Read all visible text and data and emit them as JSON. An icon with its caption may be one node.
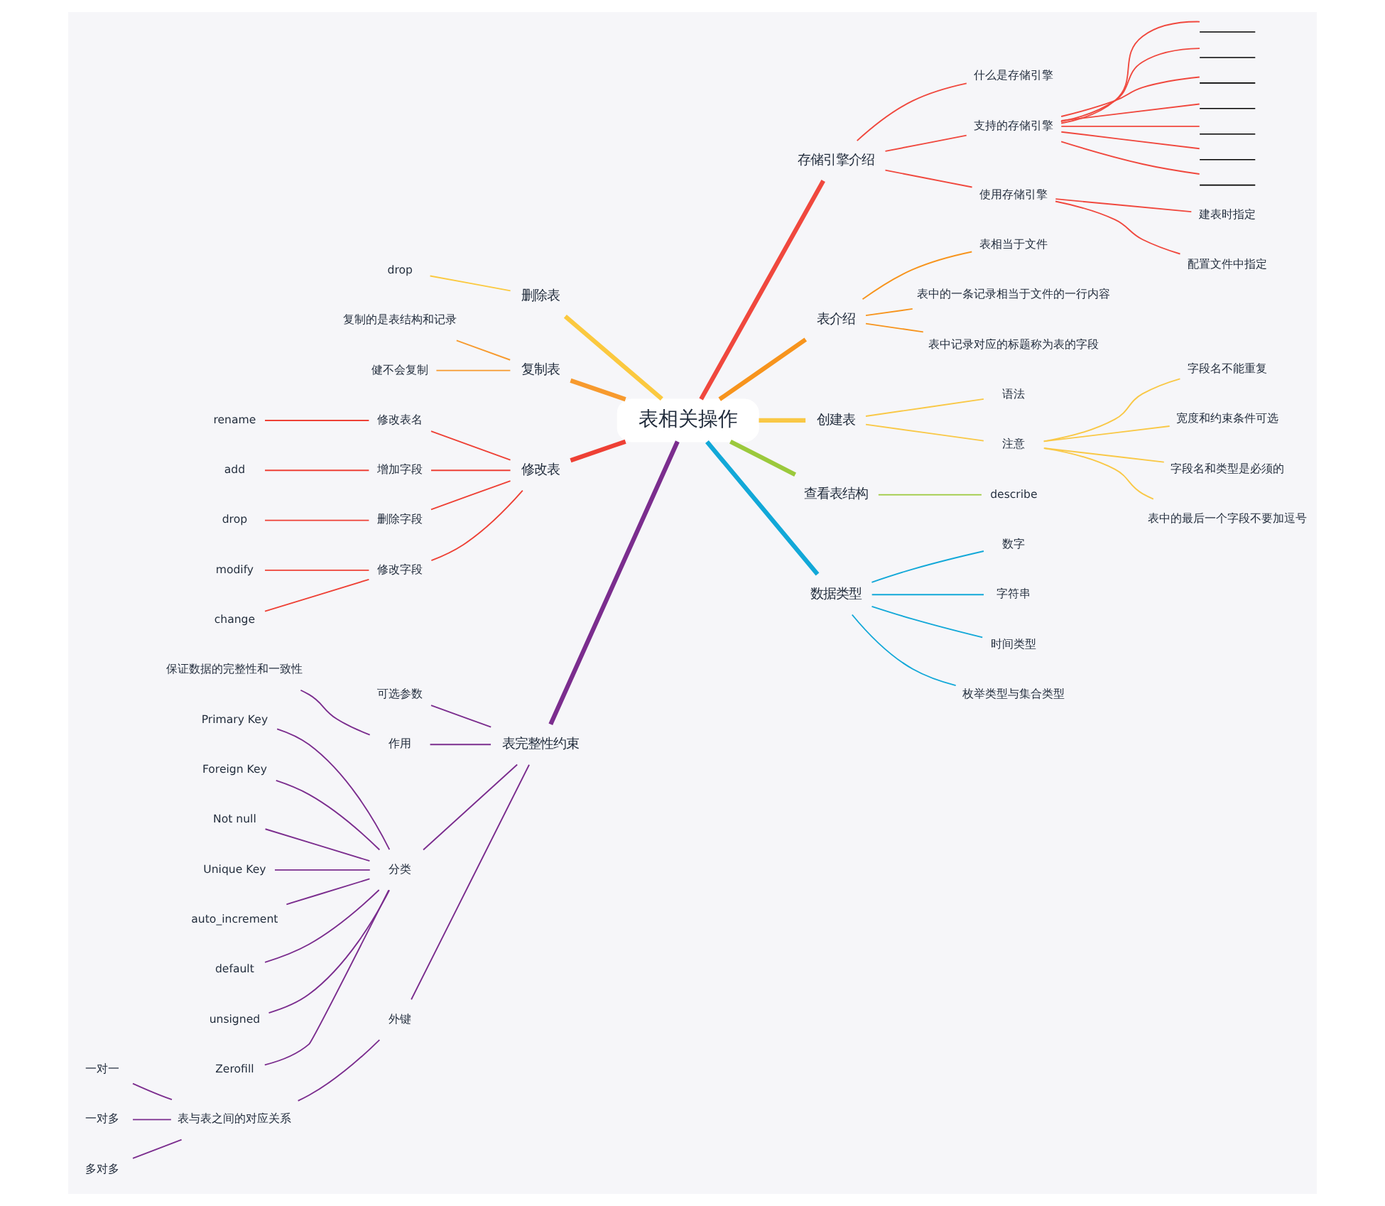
{
  "diagram": {
    "nodes": [
      {
        "text": [
          "表相关操作"
        ]
      },
      {
        "text": [
          "存储引擎介绍"
        ]
      },
      {
        "text": [
          "什么是存储引擎"
        ]
      },
      {
        "text": [
          "支持的存储引擎"
        ]
      },
      {
        "text": [],
        "shape": "line"
      },
      {
        "text": [],
        "shape": "line"
      },
      {
        "text": [],
        "shape": "line"
      },
      {
        "text": [],
        "shape": "line"
      },
      {
        "text": [],
        "shape": "line"
      },
      {
        "text": [],
        "shape": "line"
      },
      {
        "text": [],
        "shape": "line"
      },
      {
        "text": [
          "使用存储引擎"
        ]
      },
      {
        "text": [
          "建表时指定"
        ]
      },
      {
        "text": [
          "配置文件中指定"
        ]
      },
      {
        "text": [
          "表介绍"
        ]
      },
      {
        "text": [
          "表相当于文件"
        ]
      },
      {
        "text": [
          "表中的一条记录相当于文件的一行内容"
        ]
      },
      {
        "text": [
          "表中记录对应的标题称为表的字段"
        ]
      },
      {
        "text": [
          "创建表"
        ]
      },
      {
        "text": [
          "语法"
        ]
      },
      {
        "text": [
          "注意"
        ]
      },
      {
        "text": [
          "字段名不能重复"
        ]
      },
      {
        "text": [
          "宽度和约束条件可选"
        ]
      },
      {
        "text": [
          "字段名和类型是必须的"
        ]
      },
      {
        "text": [
          "表中的最后一个字段不要加逗号"
        ]
      },
      {
        "text": [
          "查看表结构"
        ]
      },
      {
        "text": [
          "describe"
        ]
      },
      {
        "text": [
          "数据类型"
        ]
      },
      {
        "text": [
          "数字"
        ]
      },
      {
        "text": [
          "字符串"
        ]
      },
      {
        "text": [
          "时间类型"
        ]
      },
      {
        "text": [
          "枚举类型与集合类型"
        ]
      },
      {
        "text": [
          "删除表"
        ]
      },
      {
        "text": [
          "drop"
        ]
      },
      {
        "text": [
          "复制表"
        ]
      },
      {
        "text": [
          "复制的是表结构和记录"
        ]
      },
      {
        "text": [
          "健不会复制"
        ]
      },
      {
        "text": [
          "修改表"
        ]
      },
      {
        "text": [
          "修改表名"
        ]
      },
      {
        "text": [
          "rename"
        ]
      },
      {
        "text": [
          "增加字段"
        ]
      },
      {
        "text": [
          "add"
        ]
      },
      {
        "text": [
          "删除字段"
        ]
      },
      {
        "text": [
          "drop"
        ]
      },
      {
        "text": [
          "修改字段"
        ]
      },
      {
        "text": [
          "modify"
        ]
      },
      {
        "text": [
          "change"
        ]
      },
      {
        "text": [
          "表完整性约束"
        ]
      },
      {
        "text": [
          "可选参数"
        ]
      },
      {
        "text": [
          "作用"
        ]
      },
      {
        "text": [
          "保证数据的完整性和一致性"
        ]
      },
      {
        "text": [
          "分类"
        ]
      },
      {
        "text": [
          "Primary Key"
        ]
      },
      {
        "text": [
          "Foreign Key"
        ]
      },
      {
        "text": [
          "Not null"
        ]
      },
      {
        "text": [
          "Unique Key"
        ]
      },
      {
        "text": [
          "auto_increment"
        ]
      },
      {
        "text": [
          "default"
        ]
      },
      {
        "text": [
          "unsigned"
        ]
      },
      {
        "text": [
          "Zerofill"
        ]
      },
      {
        "text": [
          "外键"
        ]
      },
      {
        "text": [
          "表与表之间的对应关系"
        ]
      },
      {
        "text": [
          "一对一"
        ]
      },
      {
        "text": [
          "一对多"
        ]
      },
      {
        "text": [
          "多对多"
        ]
      }
    ],
    "edges": [
      {
        "from": 0,
        "to": 1,
        "arrow": "none",
        "style": "thick",
        "color": "#f0483e"
      },
      {
        "from": 1,
        "to": 2,
        "arrow": "none",
        "color": "#f0483e"
      },
      {
        "from": 1,
        "to": 3,
        "arrow": "none",
        "color": "#f0483e"
      },
      {
        "from": 3,
        "to": 4,
        "arrow": "none",
        "color": "#f0483e"
      },
      {
        "from": 3,
        "to": 5,
        "arrow": "none",
        "color": "#f0483e"
      },
      {
        "from": 3,
        "to": 6,
        "arrow": "none",
        "color": "#f0483e"
      },
      {
        "from": 3,
        "to": 7,
        "arrow": "none",
        "color": "#f0483e"
      },
      {
        "from": 3,
        "to": 8,
        "arrow": "none",
        "color": "#f0483e"
      },
      {
        "from": 3,
        "to": 9,
        "arrow": "none",
        "color": "#f0483e"
      },
      {
        "from": 3,
        "to": 10,
        "arrow": "none",
        "color": "#f0483e"
      },
      {
        "from": 1,
        "to": 11,
        "arrow": "none",
        "color": "#f0483e"
      },
      {
        "from": 11,
        "to": 12,
        "arrow": "none",
        "color": "#f0483e"
      },
      {
        "from": 11,
        "to": 13,
        "arrow": "none",
        "color": "#f0483e"
      },
      {
        "from": 0,
        "to": 14,
        "arrow": "none",
        "style": "thick",
        "color": "#f7941d"
      },
      {
        "from": 14,
        "to": 15,
        "arrow": "none",
        "color": "#f7941d"
      },
      {
        "from": 14,
        "to": 16,
        "arrow": "none",
        "color": "#f7941d"
      },
      {
        "from": 14,
        "to": 17,
        "arrow": "none",
        "color": "#f7941d"
      },
      {
        "from": 0,
        "to": 18,
        "arrow": "none",
        "style": "thick",
        "color": "#f9c846"
      },
      {
        "from": 18,
        "to": 19,
        "arrow": "none",
        "color": "#f9c846"
      },
      {
        "from": 18,
        "to": 20,
        "arrow": "none",
        "color": "#f9c846"
      },
      {
        "from": 20,
        "to": 21,
        "arrow": "none",
        "color": "#f9c846"
      },
      {
        "from": 20,
        "to": 22,
        "arrow": "none",
        "color": "#f9c846"
      },
      {
        "from": 20,
        "to": 23,
        "arrow": "none",
        "color": "#f9c846"
      },
      {
        "from": 20,
        "to": 24,
        "arrow": "none",
        "color": "#f9c846"
      },
      {
        "from": 0,
        "to": 25,
        "arrow": "none",
        "style": "thick",
        "color": "#9bc93c"
      },
      {
        "from": 25,
        "to": 26,
        "arrow": "none",
        "color": "#9bc93c"
      },
      {
        "from": 0,
        "to": 27,
        "arrow": "none",
        "style": "thick",
        "color": "#12a8d8"
      },
      {
        "from": 27,
        "to": 28,
        "arrow": "none",
        "color": "#12a8d8"
      },
      {
        "from": 27,
        "to": 29,
        "arrow": "none",
        "color": "#12a8d8"
      },
      {
        "from": 27,
        "to": 30,
        "arrow": "none",
        "color": "#12a8d8"
      },
      {
        "from": 27,
        "to": 31,
        "arrow": "none",
        "color": "#12a8d8"
      },
      {
        "from": 0,
        "to": 32,
        "arrow": "none",
        "style": "thick",
        "color": "#fbc93f"
      },
      {
        "from": 32,
        "to": 33,
        "arrow": "none",
        "color": "#fbc93f"
      },
      {
        "from": 0,
        "to": 34,
        "arrow": "none",
        "style": "thick",
        "color": "#f79a2e"
      },
      {
        "from": 34,
        "to": 35,
        "arrow": "none",
        "color": "#f79a2e"
      },
      {
        "from": 34,
        "to": 36,
        "arrow": "none",
        "color": "#f79a2e"
      },
      {
        "from": 0,
        "to": 37,
        "arrow": "none",
        "style": "thick",
        "color": "#ee4035"
      },
      {
        "from": 37,
        "to": 38,
        "arrow": "none",
        "color": "#ee4035"
      },
      {
        "from": 38,
        "to": 39,
        "arrow": "none",
        "color": "#ee4035"
      },
      {
        "from": 37,
        "to": 40,
        "arrow": "none",
        "color": "#ee4035"
      },
      {
        "from": 40,
        "to": 41,
        "arrow": "none",
        "color": "#ee4035"
      },
      {
        "from": 37,
        "to": 42,
        "arrow": "none",
        "color": "#ee4035"
      },
      {
        "from": 42,
        "to": 43,
        "arrow": "none",
        "color": "#ee4035"
      },
      {
        "from": 37,
        "to": 44,
        "arrow": "none",
        "color": "#ee4035"
      },
      {
        "from": 44,
        "to": 45,
        "arrow": "none",
        "color": "#ee4035"
      },
      {
        "from": 44,
        "to": 46,
        "arrow": "none",
        "color": "#ee4035"
      },
      {
        "from": 0,
        "to": 47,
        "arrow": "none",
        "style": "thick",
        "color": "#7b2d8e"
      },
      {
        "from": 47,
        "to": 48,
        "arrow": "none",
        "color": "#7b2d8e"
      },
      {
        "from": 47,
        "to": 49,
        "arrow": "none",
        "color": "#7b2d8e"
      },
      {
        "from": 49,
        "to": 50,
        "arrow": "none",
        "color": "#7b2d8e"
      },
      {
        "from": 47,
        "to": 51,
        "arrow": "none",
        "color": "#7b2d8e"
      },
      {
        "from": 51,
        "to": 52,
        "arrow": "none",
        "color": "#7b2d8e"
      },
      {
        "from": 51,
        "to": 53,
        "arrow": "none",
        "color": "#7b2d8e"
      },
      {
        "from": 51,
        "to": 54,
        "arrow": "none",
        "color": "#7b2d8e"
      },
      {
        "from": 51,
        "to": 55,
        "arrow": "none",
        "color": "#7b2d8e"
      },
      {
        "from": 51,
        "to": 56,
        "arrow": "none",
        "color": "#7b2d8e"
      },
      {
        "from": 51,
        "to": 57,
        "arrow": "none",
        "color": "#7b2d8e"
      },
      {
        "from": 51,
        "to": 58,
        "arrow": "none",
        "color": "#7b2d8e"
      },
      {
        "from": 51,
        "to": 59,
        "arrow": "none",
        "color": "#7b2d8e"
      },
      {
        "from": 47,
        "to": 60,
        "arrow": "none",
        "color": "#7b2d8e"
      },
      {
        "from": 60,
        "to": 61,
        "arrow": "none",
        "color": "#7b2d8e"
      },
      {
        "from": 61,
        "to": 62,
        "arrow": "none",
        "color": "#7b2d8e"
      },
      {
        "from": 61,
        "to": 63,
        "arrow": "none",
        "color": "#7b2d8e"
      },
      {
        "from": 61,
        "to": 64,
        "arrow": "none",
        "color": "#7b2d8e"
      }
    ]
  }
}
